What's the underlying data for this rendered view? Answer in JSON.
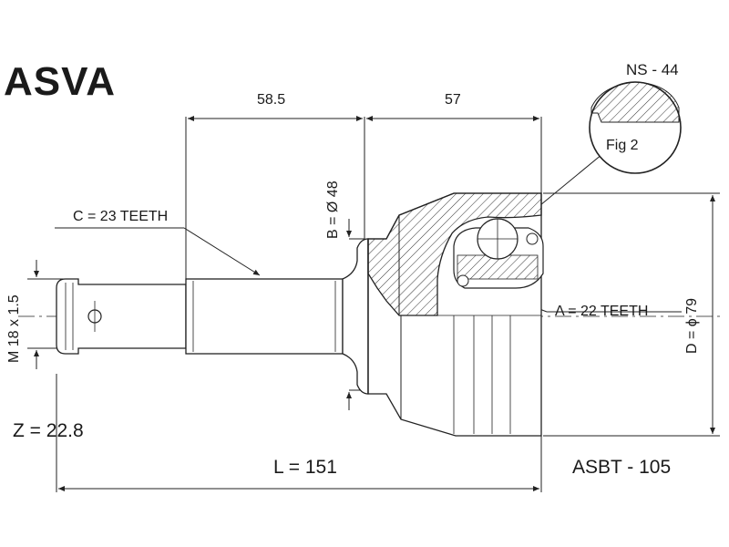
{
  "brand": "ASVA",
  "part_number": "NS - 44",
  "detail_label": "Fig 2",
  "dimensions": {
    "shaft_length": "58.5",
    "bell_length": "57",
    "thread": "M 18 x 1.5",
    "bore_diameter": "B = Ø 48",
    "outer_diameter": "D = ϕ 79",
    "overall_length": "L = 151"
  },
  "splines": {
    "outer": "C = 23 TEETH",
    "inner": "A = 22 TEETH"
  },
  "abs_teeth": "Z = 22.8",
  "abs_ring_code": "ASBT - 105"
}
